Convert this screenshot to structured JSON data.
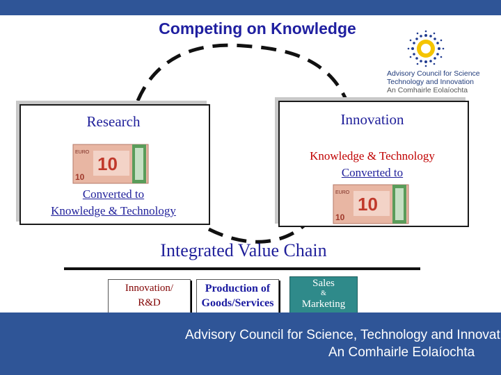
{
  "header": {
    "title": "Competing on Knowledge",
    "logo": {
      "line1": "Advisory Council for Science",
      "line2": "Technology and Innovation",
      "line3": "An Comhairle Eolaíochta"
    }
  },
  "research_box": {
    "title": "Research",
    "bottom_line1": "Converted to",
    "bottom_line2": "Knowledge & Technology",
    "note_icon": "ten-euro-banknote-icon"
  },
  "innovation_box": {
    "title": "Innovation",
    "red_line": "Knowledge & Technology",
    "underlined_line": "Converted to",
    "note_icon": "ten-euro-banknote-icon"
  },
  "value_chain": {
    "title": "Integrated Value Chain",
    "stages": {
      "rd": {
        "line1": "Innovation/",
        "line2": "R&D"
      },
      "production": {
        "line1": "Production of",
        "line2": "Goods/Services"
      },
      "sales": {
        "line1": "Sales",
        "amp": "&",
        "line2": "Marketing"
      }
    }
  },
  "footer": {
    "line1": "Advisory Council for Science, Technology and Innovation",
    "line2": "An Comhairle Eolaíochta"
  },
  "colors": {
    "brand_blue": "#2f5597",
    "title_blue": "#1f1fa0",
    "accent_red": "#c00000",
    "sales_teal": "#2f8a8a"
  }
}
